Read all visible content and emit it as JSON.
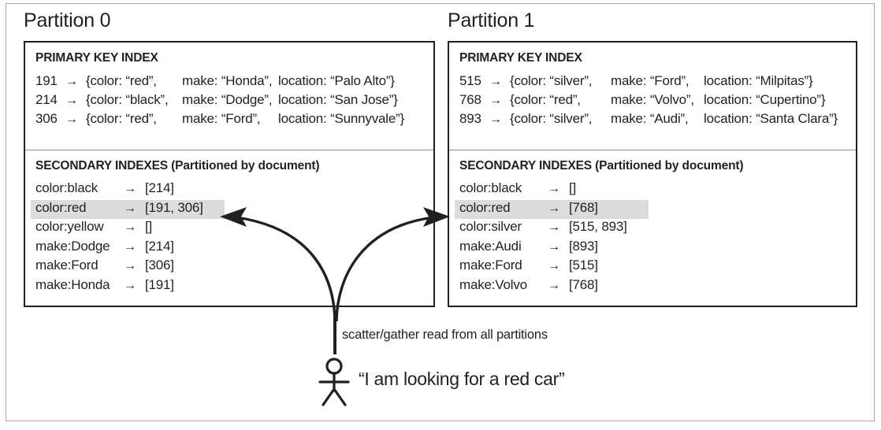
{
  "figure": {
    "partitions": [
      {
        "title": "Partition 0",
        "primary_index": {
          "heading": "PRIMARY KEY INDEX",
          "rows": [
            {
              "id": "191",
              "arrow": "→",
              "open": "{color:",
              "color": "“red”,",
              "make_label": "make:",
              "make": "“Honda”,",
              "loc_label": "location:",
              "loc": "“Palo Alto”}"
            },
            {
              "id": "214",
              "arrow": "→",
              "open": "{color:",
              "color": "“black”,",
              "make_label": "make:",
              "make": "“Dodge”,",
              "loc_label": "location:",
              "loc": "“San Jose”}"
            },
            {
              "id": "306",
              "arrow": "→",
              "open": "{color:",
              "color": "“red”,",
              "make_label": "make:",
              "make": "“Ford”,",
              "loc_label": "location:",
              "loc": "“Sunnyvale”}"
            }
          ]
        },
        "secondary_index": {
          "heading": "SECONDARY INDEXES (Partitioned by document)",
          "rows": [
            {
              "key": "color:black",
              "arrow": "→",
              "value": "[214]",
              "highlighted": false
            },
            {
              "key": "color:red",
              "arrow": "→",
              "value": "[191, 306]",
              "highlighted": true
            },
            {
              "key": "color:yellow",
              "arrow": "→",
              "value": "[]",
              "highlighted": false
            },
            {
              "key": "make:Dodge",
              "arrow": "→",
              "value": "[214]",
              "highlighted": false
            },
            {
              "key": "make:Ford",
              "arrow": "→",
              "value": "[306]",
              "highlighted": false
            },
            {
              "key": "make:Honda",
              "arrow": "→",
              "value": "[191]",
              "highlighted": false
            }
          ]
        }
      },
      {
        "title": "Partition 1",
        "primary_index": {
          "heading": "PRIMARY KEY INDEX",
          "rows": [
            {
              "id": "515",
              "arrow": "→",
              "open": "{color:",
              "color": "“silver”,",
              "make_label": "make:",
              "make": "“Ford”,",
              "loc_label": "location:",
              "loc": "“Milpitas”}"
            },
            {
              "id": "768",
              "arrow": "→",
              "open": "{color:",
              "color": "“red”,",
              "make_label": "make:",
              "make": "“Volvo”,",
              "loc_label": "location:",
              "loc": "“Cupertino”}"
            },
            {
              "id": "893",
              "arrow": "→",
              "open": "{color:",
              "color": "“silver”,",
              "make_label": "make:",
              "make": "“Audi”,",
              "loc_label": "location:",
              "loc": "“Santa Clara”}"
            }
          ]
        },
        "secondary_index": {
          "heading": "SECONDARY INDEXES (Partitioned by document)",
          "rows": [
            {
              "key": "color:black",
              "arrow": "→",
              "value": "[]",
              "highlighted": false
            },
            {
              "key": "color:red",
              "arrow": "→",
              "value": "[768]",
              "highlighted": true
            },
            {
              "key": "color:silver",
              "arrow": "→",
              "value": "[515, 893]",
              "highlighted": false
            },
            {
              "key": "make:Audi",
              "arrow": "→",
              "value": "[893]",
              "highlighted": false
            },
            {
              "key": "make:Ford",
              "arrow": "→",
              "value": "[515]",
              "highlighted": false
            },
            {
              "key": "make:Volvo",
              "arrow": "→",
              "value": "[768]",
              "highlighted": false
            }
          ]
        }
      }
    ],
    "annotations": {
      "scatter_gather": "scatter/gather read from all partitions",
      "user_quote": "“I am looking for a red car”"
    },
    "colors": {
      "ink": "#231f20",
      "highlight": "#dcdcdc",
      "frame": "#a9a9a9",
      "divider": "#8e8e8e",
      "page": "#ffffff"
    }
  }
}
